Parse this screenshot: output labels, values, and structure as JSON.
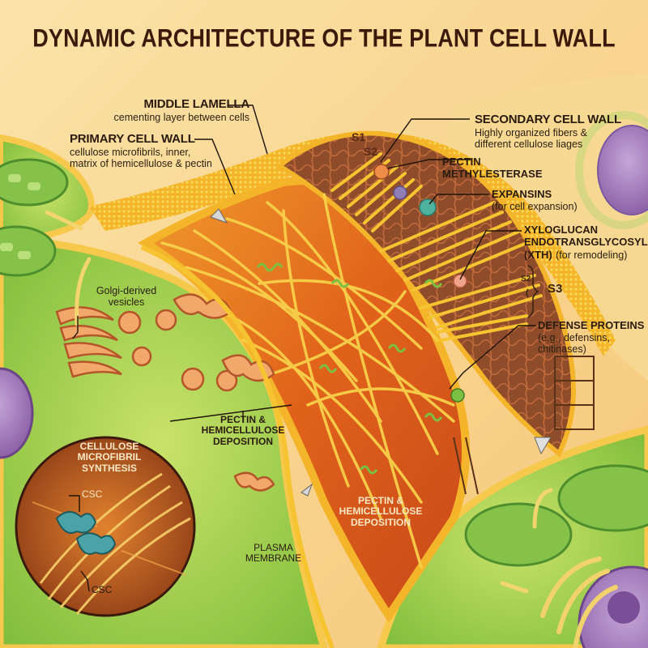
{
  "title": "DYNAMIC ARCHITECTURE OF THE PLANT CELL WALL",
  "labels": {
    "middle_lamella": {
      "heading": "MIDDLE LAMELLA",
      "desc": "cementing layer between cells"
    },
    "primary_wall": {
      "heading": "PRIMARY CELL WALL",
      "desc_line1": "cellulose microfibrils, inner,",
      "desc_line2": "matrix of hemicellulose & pectin"
    },
    "secondary_wall": {
      "heading": "SECONDARY CELL WALL",
      "desc_line1": "Highly organized fibers &",
      "desc_line2": "different cellulose liages"
    },
    "s1": "S1",
    "s2_top": "S2",
    "pectin_methylesterase": {
      "line1": "PECTIN",
      "line2": "METHYLESTERASE"
    },
    "expansins": {
      "heading": "EXPANSINS",
      "desc": "(for cell expansion)"
    },
    "xth": {
      "line1": "XYLOGLUCAN",
      "line2": "ENDOTRANSGLYCOSYLASE",
      "line3_bold": "(XTH)",
      "line3_rest": "(for remodeling)"
    },
    "s2_bracket": "S2",
    "s3": "S3",
    "defense_proteins": {
      "heading": "DEFENSE PROTEINS",
      "desc_line1": "(e.g., defensins,",
      "desc_line2": "chitinases)"
    },
    "golgi_vesicles": {
      "line1": "Golgi-derived",
      "line2": "vesicles"
    },
    "deposition_left": {
      "line1": "PECTIN &",
      "line2": "HEMICELLULOSE",
      "line3": "DEPOSITION"
    },
    "deposition_center": {
      "line1": "PECTIN &",
      "line2": "HEMICELLULOSE",
      "line3": "DEPOSITION"
    },
    "cellulose_synthesis": {
      "line1": "CELLULOSE",
      "line2": "MICROFIBRIL",
      "line3": "SYNTHESIS"
    },
    "csc_top": "CSC",
    "csc_bottom": "CSC",
    "plasma_membrane": {
      "line1": "PLASMA",
      "line2": "MEMBRANE"
    }
  },
  "colors": {
    "background": "#f9d99a",
    "cytoplasm_green": "#9fcf4a",
    "wall_orange": "#e8701c",
    "fiber_yellow": "#f6c431",
    "secondary_brown": "#8a4a26",
    "nucleus_purple": "#9b72b4",
    "csc_teal": "#4ba3a8",
    "text_dark": "#2a1a0c"
  }
}
